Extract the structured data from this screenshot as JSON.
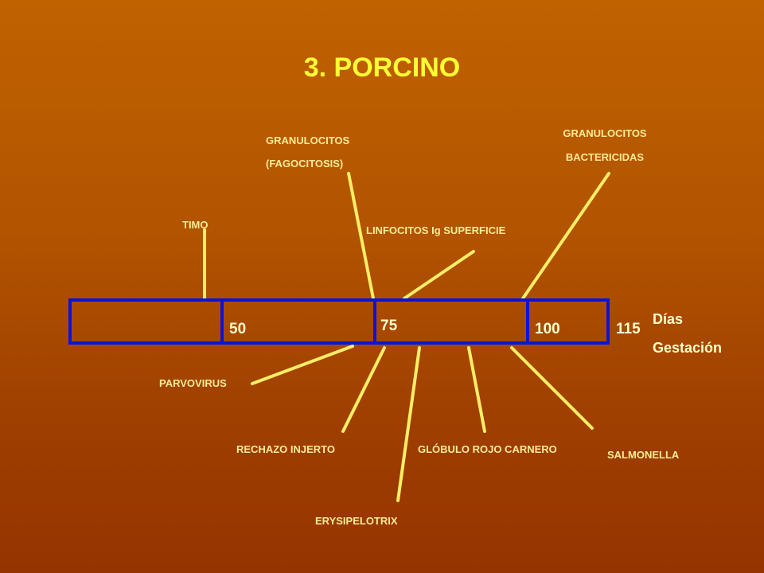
{
  "title": "3. PORCINO",
  "timeline": {
    "ticks": [
      "50",
      "75",
      "100",
      "115"
    ],
    "axis_label_line1": "Días",
    "axis_label_line2": "Gestación"
  },
  "labels_above": {
    "timo": "TIMO",
    "granulocitos_fagocitosis_line1": "GRANULOCITOS",
    "granulocitos_fagocitosis_line2": "(FAGOCITOSIS)",
    "linfocitos": "LINFOCITOS Ig SUPERFICIE",
    "granulocitos_bactericidas_line1": "GRANULOCITOS",
    "granulocitos_bactericidas_line2": "BACTERICIDAS"
  },
  "labels_below": {
    "parvovirus": "PARVOVIRUS",
    "rechazo_injerto": "RECHAZO INJERTO",
    "erysipelotrix": "ERYSIPELOTRIX",
    "globulo_rojo": "GLÓBULO ROJO CARNERO",
    "salmonella": "SALMONELLA"
  },
  "colors": {
    "title": "#ffff33",
    "connector": "#ffee66",
    "bar_border": "#0a14d8",
    "text": "#ffeb99"
  }
}
